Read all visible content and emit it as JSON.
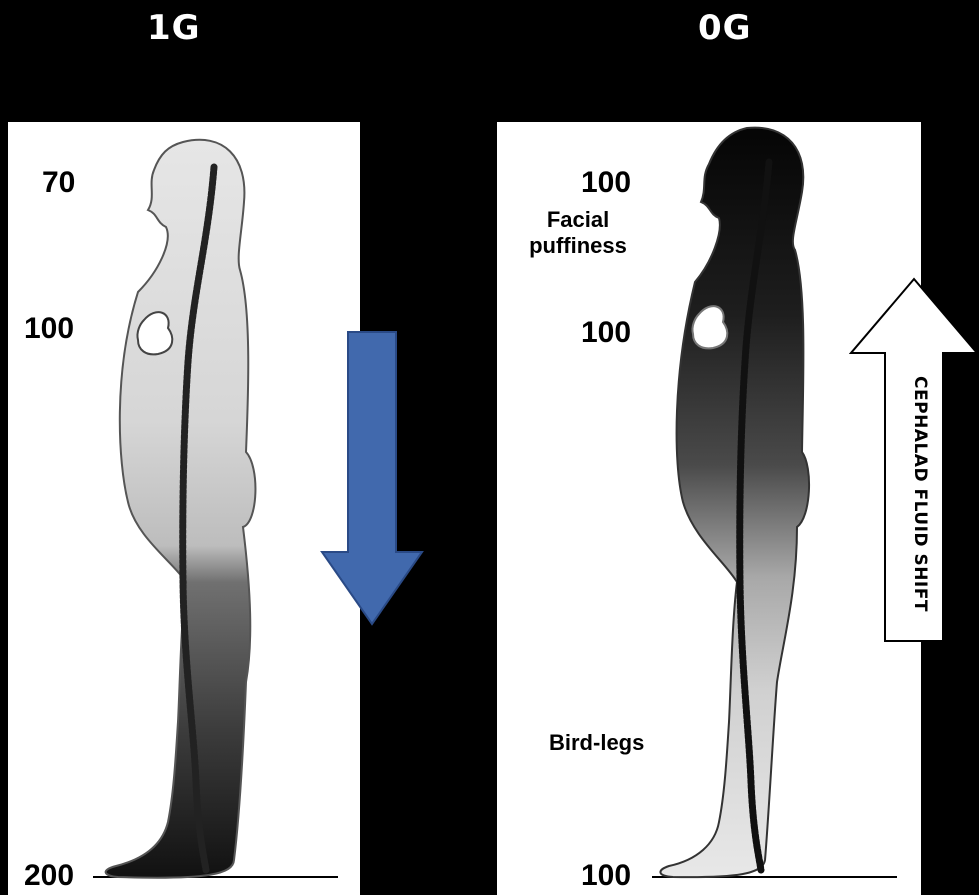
{
  "titles": {
    "left": "1G",
    "right": "0G"
  },
  "gravity_1g": {
    "values": {
      "head": "70",
      "heart": "100",
      "feet": "200"
    }
  },
  "gravity_0g": {
    "values": {
      "head": "100",
      "heart": "100",
      "feet": "100"
    },
    "annotations": {
      "face": "Facial puffiness",
      "legs": "Bird-legs"
    }
  },
  "arrows": {
    "shift_label": "CEPHALAD FLUID SHIFT"
  },
  "colors": {
    "down_arrow": "#4169ad",
    "background": "#000000",
    "panel": "#ffffff"
  },
  "icons": [
    "heart-icon",
    "human-silhouette",
    "down-arrow-icon",
    "up-arrow-icon"
  ]
}
